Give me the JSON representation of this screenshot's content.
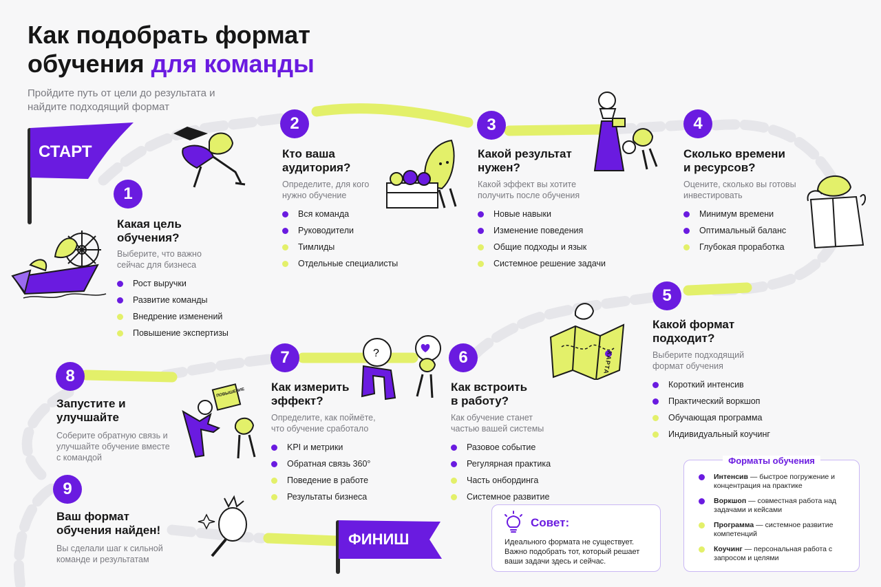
{
  "header": {
    "title_line1": "Как подобрать формат",
    "title_line2": "обучения",
    "title_accent": "для команды",
    "subtitle": "Пройдите путь от цели до результата и найдите подходящий формат"
  },
  "flags": {
    "start": "СТАРТ",
    "finish": "ФИНИШ"
  },
  "colors": {
    "purple": "#6a1be0",
    "lime": "#e3f06a",
    "path": "#e6e6ea"
  },
  "steps": [
    {
      "num": "1",
      "title": "Какая цель обучения?",
      "desc": "Выберите, что важно сейчас для бизнеса",
      "options": [
        {
          "label": "Рост выручки",
          "color": "purple"
        },
        {
          "label": "Развитие команды",
          "color": "purple"
        },
        {
          "label": "Внедрение изменений",
          "color": "lime"
        },
        {
          "label": "Повышение экспертизы",
          "color": "lime"
        }
      ]
    },
    {
      "num": "2",
      "title": "Кто ваша аудитория?",
      "desc": "Определите, для кого нужно обучение",
      "options": [
        {
          "label": "Вся команда",
          "color": "purple"
        },
        {
          "label": "Руководители",
          "color": "purple"
        },
        {
          "label": "Тимлиды",
          "color": "lime"
        },
        {
          "label": "Отдельные специалисты",
          "color": "lime"
        }
      ]
    },
    {
      "num": "3",
      "title": "Какой результат нужен?",
      "desc": "Какой эффект вы хотите получить после обучения",
      "options": [
        {
          "label": "Новые навыки",
          "color": "purple"
        },
        {
          "label": "Изменение поведения",
          "color": "purple"
        },
        {
          "label": "Общие подходы и язык",
          "color": "lime"
        },
        {
          "label": "Системное решение задачи",
          "color": "lime"
        }
      ]
    },
    {
      "num": "4",
      "title": "Сколько времени и ресурсов?",
      "desc": "Оцените, сколько вы готовы инвестировать",
      "options": [
        {
          "label": "Минимум времени",
          "color": "purple"
        },
        {
          "label": "Оптимальный баланс",
          "color": "purple"
        },
        {
          "label": "Глубокая проработка",
          "color": "lime"
        }
      ]
    },
    {
      "num": "5",
      "title": "Какой формат подходит?",
      "desc": "Выберите подходящий формат обучения",
      "options": [
        {
          "label": "Короткий интенсив",
          "color": "purple"
        },
        {
          "label": "Практический воркшоп",
          "color": "purple"
        },
        {
          "label": "Обучающая программа",
          "color": "lime"
        },
        {
          "label": "Индивидуальный коучинг",
          "color": "lime"
        }
      ]
    },
    {
      "num": "6",
      "title": "Как встроить в работу?",
      "desc": "Как обучение станет частью вашей системы",
      "options": [
        {
          "label": "Разовое событие",
          "color": "purple"
        },
        {
          "label": "Регулярная практика",
          "color": "purple"
        },
        {
          "label": "Часть онбординга",
          "color": "lime"
        },
        {
          "label": "Системное развитие",
          "color": "lime"
        }
      ]
    },
    {
      "num": "7",
      "title": "Как измерить эффект?",
      "desc": "Определите, как поймёте, что обучение сработало",
      "options": [
        {
          "label": "KPI и метрики",
          "color": "purple"
        },
        {
          "label": "Обратная связь 360°",
          "color": "purple"
        },
        {
          "label": "Поведение в работе",
          "color": "lime"
        },
        {
          "label": "Результаты бизнеса",
          "color": "lime"
        }
      ]
    },
    {
      "num": "8",
      "title": "Запустите и улучшайте",
      "desc": "Соберите обратную связь и улучшайте обучение вместе с командой",
      "options": []
    },
    {
      "num": "9",
      "title": "Ваш формат обучения найден!",
      "desc": "Вы сделали шаг к сильной команде и результатам",
      "options": []
    }
  ],
  "tip": {
    "title": "Совет:",
    "text": "Идеального формата не существует. Важно подобрать тот, который решает ваши задачи здесь и сейчас."
  },
  "legend": {
    "title": "Форматы обучения",
    "items": [
      {
        "term": "Интенсив",
        "desc": " — быстрое погружение и концентрация на практике",
        "color": "purple"
      },
      {
        "term": "Воркшоп",
        "desc": " — совместная работа над задачами и кейсами",
        "color": "purple"
      },
      {
        "term": "Программа",
        "desc": " — системное развитие компетенций",
        "color": "lime"
      },
      {
        "term": "Коучинг",
        "desc": " — персональная работа с запросом и целями",
        "color": "lime"
      }
    ]
  },
  "illustration_text": {
    "sign": "ПОВЫШЕНИЕ",
    "map": "КАРТА"
  }
}
